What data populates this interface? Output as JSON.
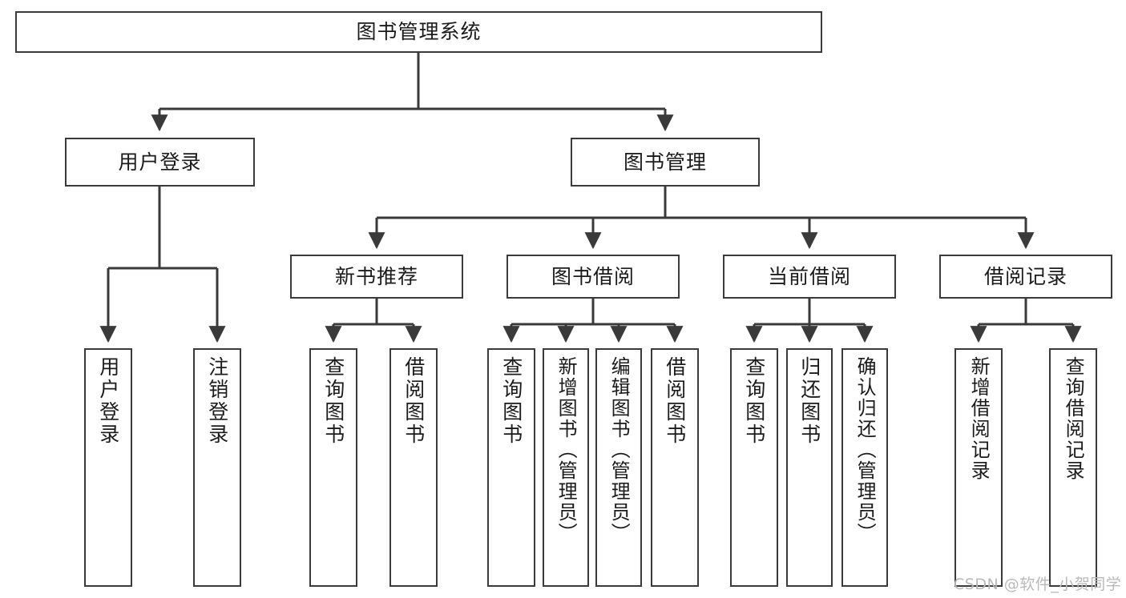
{
  "diagram": {
    "title": "图书管理系统",
    "type": "tree-hierarchy",
    "root": {
      "label": "图书管理系统"
    },
    "level2": [
      {
        "label": "用户登录"
      },
      {
        "label": "图书管理"
      }
    ],
    "level3": [
      {
        "label": "新书推荐"
      },
      {
        "label": "图书借阅"
      },
      {
        "label": "当前借阅"
      },
      {
        "label": "借阅记录"
      }
    ],
    "leaves": {
      "user_login": [
        {
          "label": "用户登录"
        },
        {
          "label": "注销登录"
        }
      ],
      "new_book_recommend": [
        {
          "label": "查询图书"
        },
        {
          "label": "借阅图书"
        }
      ],
      "book_borrow": [
        {
          "label": "查询图书"
        },
        {
          "label": "新增图书（管理员）"
        },
        {
          "label": "编辑图书（管理员）"
        },
        {
          "label": "借阅图书"
        }
      ],
      "current_borrow": [
        {
          "label": "查询图书"
        },
        {
          "label": "归还图书"
        },
        {
          "label": "确认归还（管理员）"
        }
      ],
      "borrow_record": [
        {
          "label": "新增借阅记录"
        },
        {
          "label": "查询借阅记录"
        }
      ]
    }
  },
  "watermark": {
    "text": "CSDN @软件_小贺同学"
  },
  "colors": {
    "box_border": "#3a3a3a",
    "box_fill": "#ffffff",
    "connector": "#3a3a3a",
    "text": "#1b1b1b",
    "watermark": "#b9b9b9"
  }
}
